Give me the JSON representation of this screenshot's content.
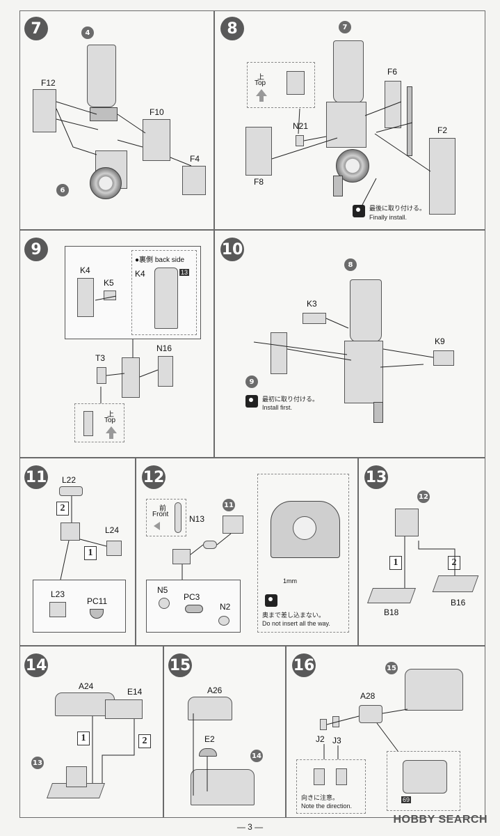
{
  "steps": [
    {
      "number": "7",
      "parts": [
        "F12",
        "F10",
        "F4"
      ],
      "refs": [
        "4",
        "6"
      ]
    },
    {
      "number": "8",
      "parts": [
        "N21",
        "F6",
        "F2",
        "F8"
      ],
      "refs": [
        "7"
      ],
      "inset": {
        "top_jp": "上",
        "top_en": "Top"
      },
      "note": {
        "jp": "最後に取り付ける。",
        "en": "Finally install."
      }
    },
    {
      "number": "9",
      "parts": [
        "K4",
        "K5",
        "T3",
        "N16"
      ],
      "back": {
        "label": "●裏側 back side",
        "part": "K4",
        "ref": "13"
      },
      "inset": {
        "top_jp": "上",
        "top_en": "Top"
      }
    },
    {
      "number": "10",
      "parts": [
        "K3",
        "K9"
      ],
      "refs": [
        "8",
        "9"
      ],
      "note": {
        "jp": "最初に取り付ける。",
        "en": "Install first."
      }
    },
    {
      "number": "11",
      "parts": [
        "L22",
        "L24",
        "L23",
        "PC11"
      ],
      "order": [
        "2",
        "1"
      ]
    },
    {
      "number": "12",
      "parts": [
        "N13",
        "N5",
        "PC3",
        "N2"
      ],
      "refs": [
        "11"
      ],
      "inset": {
        "front_jp": "前",
        "front_en": "Front"
      },
      "detail": {
        "measure": "1mm",
        "jp": "奥まで差し込まない。",
        "en": "Do not insert all the way."
      }
    },
    {
      "number": "13",
      "parts": [
        "B18",
        "B16"
      ],
      "refs": [
        "12"
      ],
      "order": [
        "1",
        "2"
      ]
    },
    {
      "number": "14",
      "parts": [
        "A24",
        "E14"
      ],
      "refs": [
        "13"
      ],
      "order": [
        "1",
        "2"
      ]
    },
    {
      "number": "15",
      "parts": [
        "A26",
        "E2"
      ],
      "refs": [
        "14"
      ]
    },
    {
      "number": "16",
      "parts": [
        "A28",
        "J2",
        "J3"
      ],
      "refs": [
        "15",
        "69"
      ],
      "note": {
        "jp": "向きに注意。",
        "en": "Note the direction."
      }
    }
  ],
  "footer": {
    "page": "— 3 —"
  },
  "watermark": "HOBBY SEARCH"
}
